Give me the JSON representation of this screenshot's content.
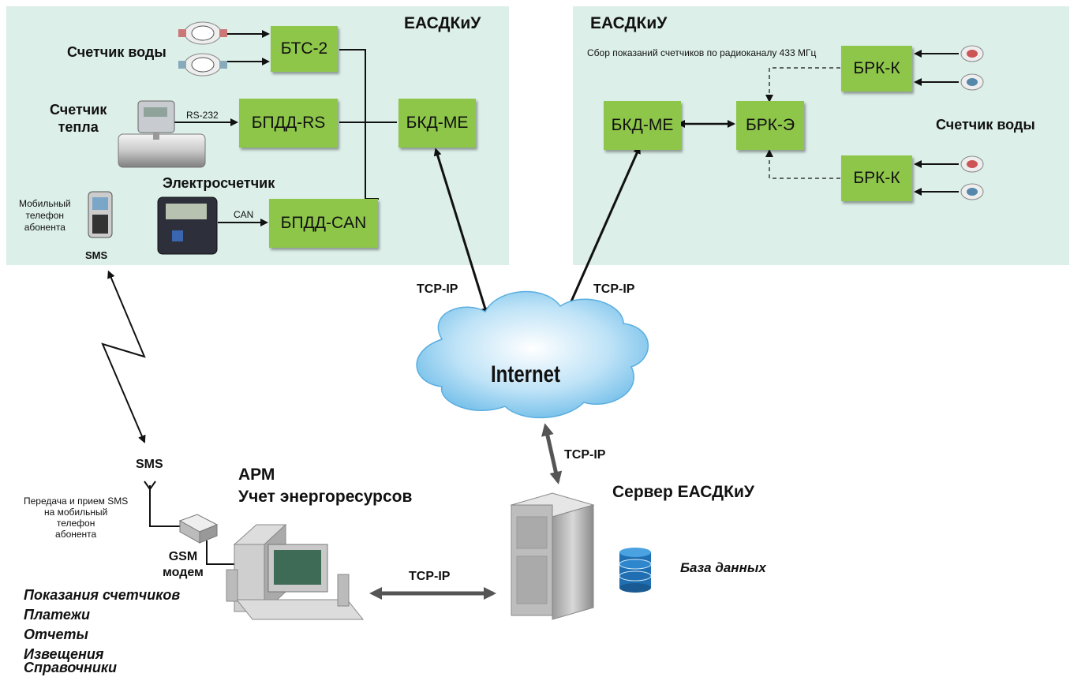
{
  "left_panel": {
    "title": "ЕАСДКиУ",
    "water_meter_label": "Счетчик воды",
    "heat_meter_label": "Счетчик\nтепла",
    "electric_meter_label": "Электросчетчик",
    "mobile_label": "Мобильный\nтелефон\nабонента",
    "sms_label": "SMS",
    "rs232_label": "RS-232",
    "can_label": "CAN",
    "boxes": {
      "bts2": "БТС-2",
      "bpdd_rs": "БПДД-RS",
      "bpdd_can": "БПДД-CAN",
      "bkd_me": "БКД-МЕ"
    }
  },
  "right_panel": {
    "title": "ЕАСДКиУ",
    "radio_note": "Сбор показаний счетчиков по радиоканалу 433 МГц",
    "water_meter_label": "Счетчик воды",
    "boxes": {
      "bkd_me": "БКД-МЕ",
      "brk_e": "БРК-Э",
      "brk_k_top": "БРК-К",
      "brk_k_bottom": "БРК-К"
    }
  },
  "network": {
    "tcpip_left": "TCP-IP",
    "tcpip_right": "TCP-IP",
    "tcpip_server": "TCP-IP",
    "tcpip_arm": "TCP-IP",
    "internet_label": "Internet"
  },
  "bottom": {
    "sms_label": "SMS",
    "sms_note": "Передача и прием SMS\nна мобильный\nтелефон\nабонента",
    "gsm_label": "GSM\nмодем",
    "arm_title": "АРМ\nУчет энергоресурсов",
    "server_title": "Сервер ЕАСДКиУ",
    "db_label": "База данных",
    "features": [
      "Показания счетчиков",
      "Платежи",
      "Отчеты",
      "Извещения",
      "Справочники"
    ]
  },
  "colors": {
    "panel_bg": "#dcefe8",
    "box_green": "#8ec64a",
    "cloud_blue": "#8ccdf0",
    "db_blue": "#1f6fb2"
  }
}
